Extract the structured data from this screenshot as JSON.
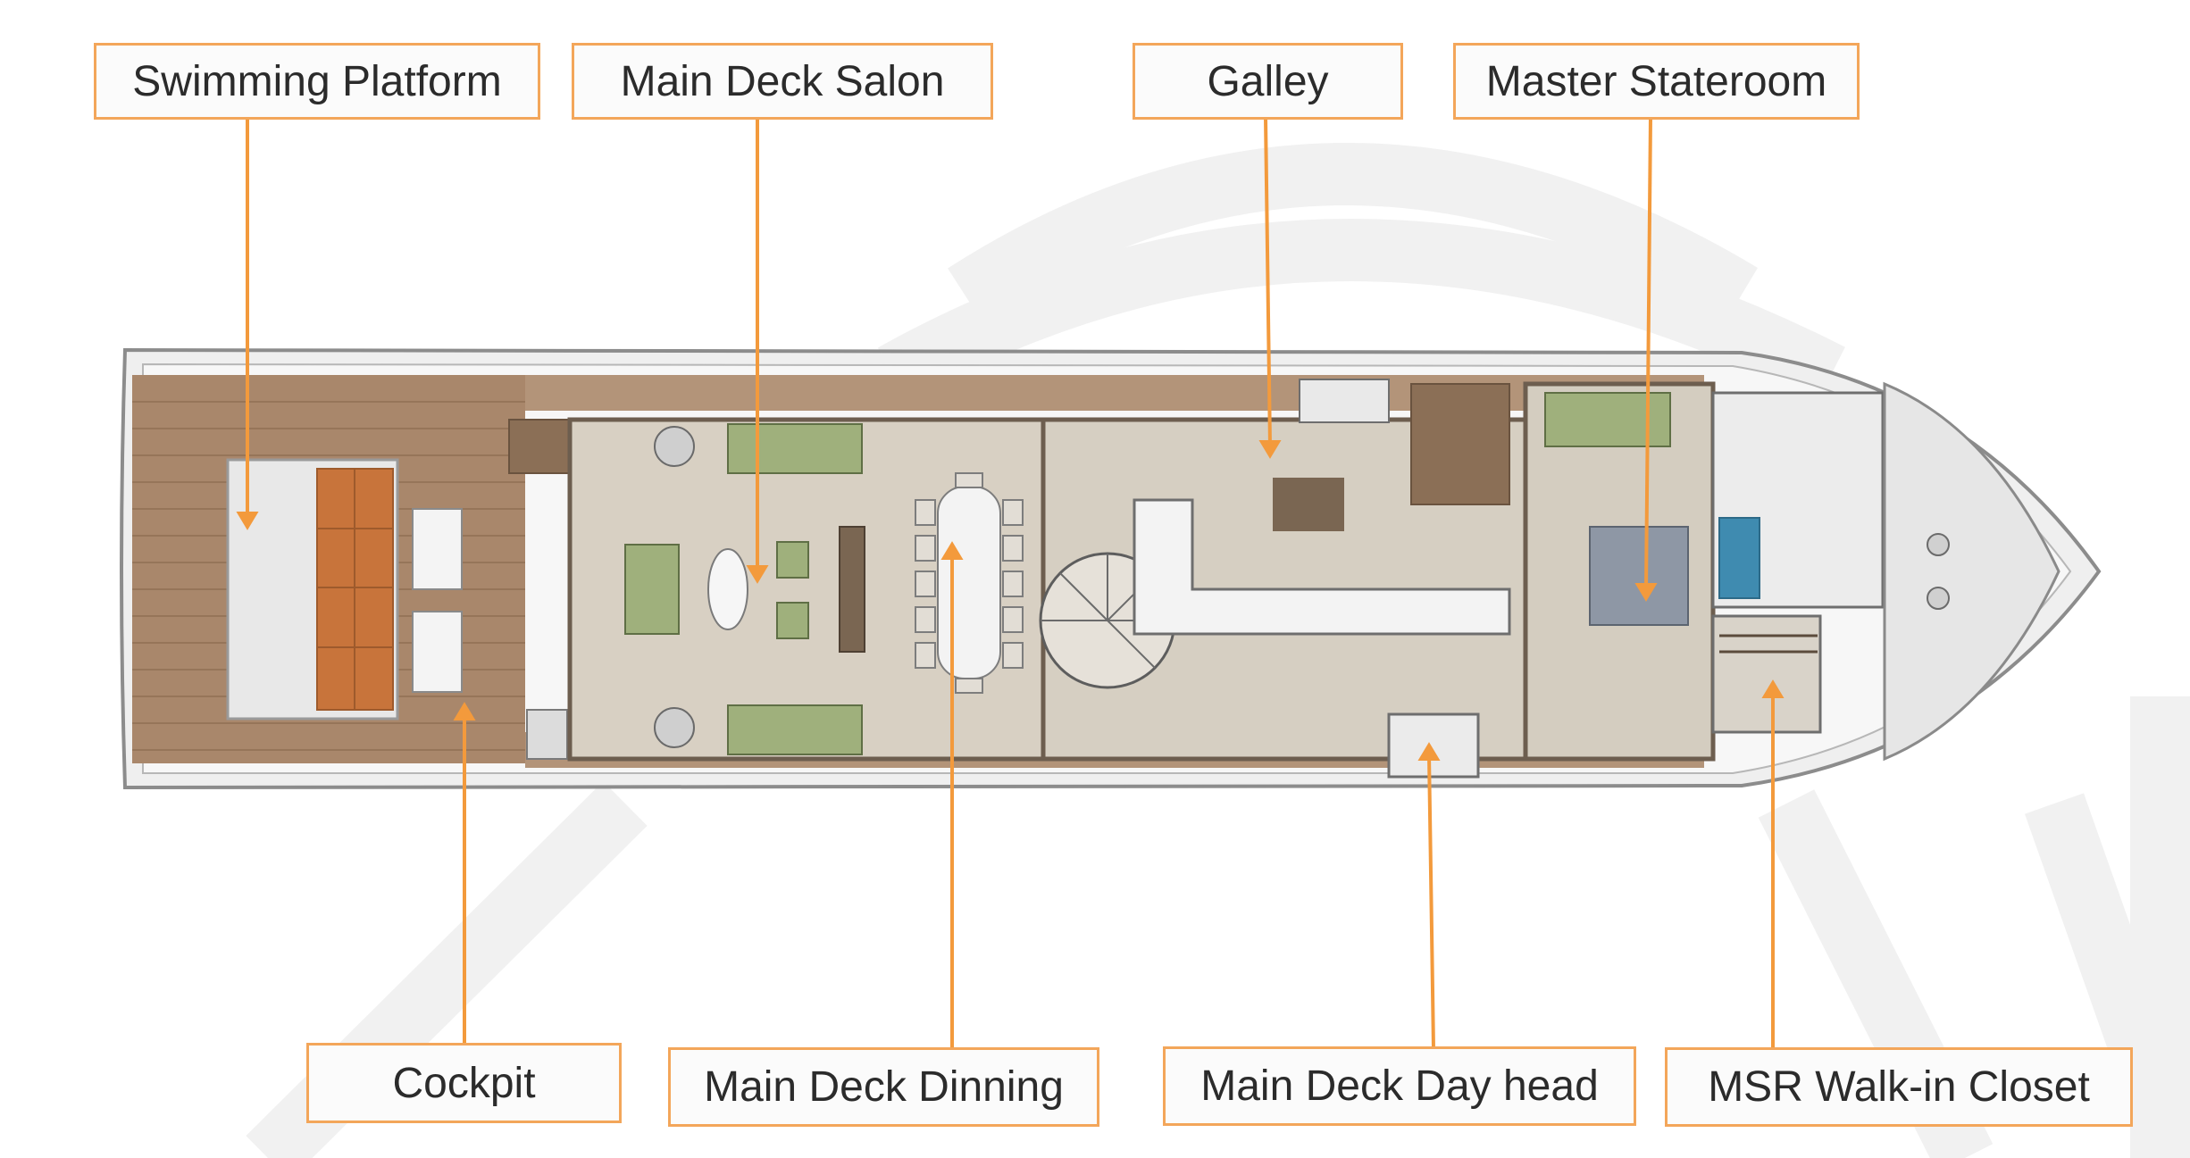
{
  "colors": {
    "leader": "#f39a3c",
    "box_border": "#f3a65a",
    "wood": "#a9876b",
    "floor": "#d8d0c3",
    "wall": "#6d5e4f",
    "cushion_orange": "#c8743b",
    "sofa_green": "#9fb07c",
    "hull_outline": "#8c8c8c"
  },
  "labels": {
    "swimming_platform": "Swimming Platform",
    "main_deck_salon": "Main Deck Salon",
    "galley": "Galley",
    "master_stateroom": "Master Stateroom",
    "cockpit": "Cockpit",
    "main_deck_dinning": "Main Deck Dinning",
    "main_deck_day_head": "Main Deck Day head",
    "msr_walk_in_closet": "MSR Walk-in Closet"
  }
}
